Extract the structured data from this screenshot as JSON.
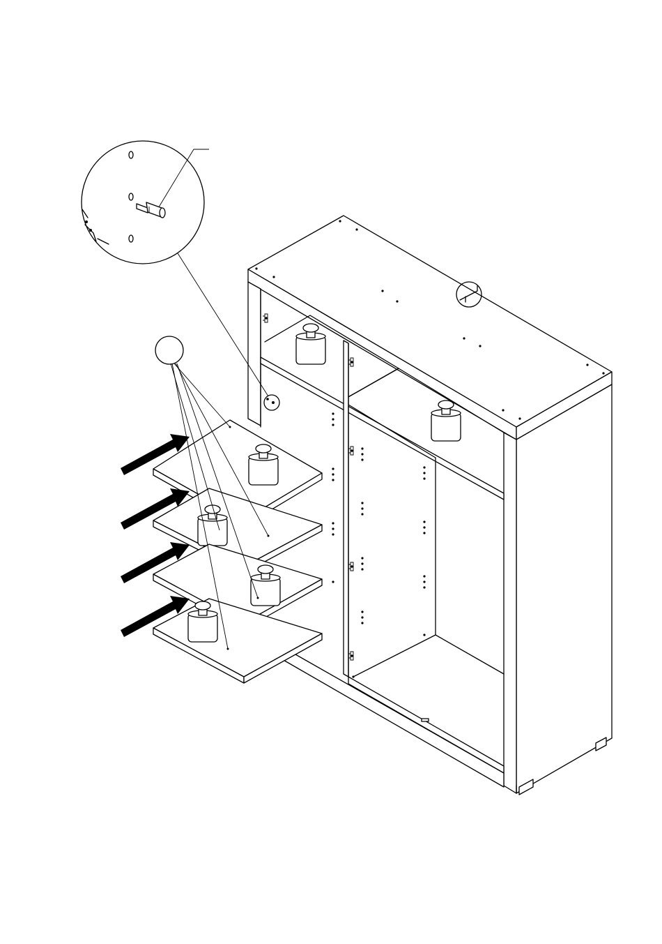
{
  "diagram": {
    "kind": "furniture-assembly-step",
    "components": {
      "cabinet": "two-compartment-cabinet",
      "shelves": 4,
      "shelf_pins_callout": "magnified-detail",
      "push_arrows": 4,
      "weight_icons": 6,
      "hardware_tag_circle": "blank"
    },
    "colors": {
      "line": "#000000",
      "background": "#ffffff"
    }
  }
}
